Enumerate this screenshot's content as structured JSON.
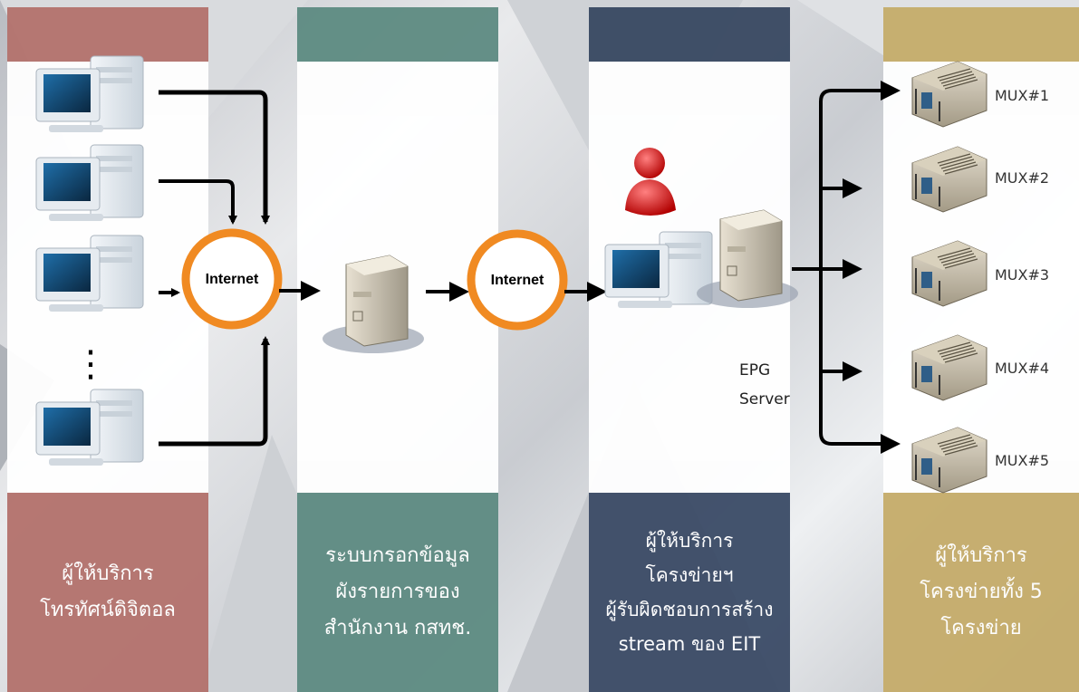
{
  "colors": {
    "col1": "#b4736e",
    "col2": "#5f8c83",
    "col3": "#3a4a63",
    "col4": "#c6ad6c",
    "internet_ring": "#f08a22",
    "arrow": "#000000"
  },
  "internet_nodes": [
    {
      "label": "Internet"
    },
    {
      "label": "Internet"
    }
  ],
  "columns": [
    {
      "lines": [
        "ผู้ให้บริการ",
        "โทรทัศน์ดิจิตอล"
      ]
    },
    {
      "lines": [
        "ระบบกรอกข้อมูล",
        "ผังรายการของ",
        "สำนักงาน กสทช."
      ]
    },
    {
      "lines": [
        "ผู้ให้บริการ",
        "โครงข่ายฯ",
        "ผู้รับผิดชอบการสร้าง",
        "stream ของ EIT"
      ]
    },
    {
      "lines": [
        "ผู้ให้บริการ",
        "โครงข่ายทั้ง 5",
        "โครงข่าย"
      ]
    }
  ],
  "epg_server": {
    "line1": "EPG",
    "line2": "Server"
  },
  "mux": [
    "MUX#1",
    "MUX#2",
    "MUX#3",
    "MUX#4",
    "MUX#5"
  ],
  "ellipsis": "⋮"
}
